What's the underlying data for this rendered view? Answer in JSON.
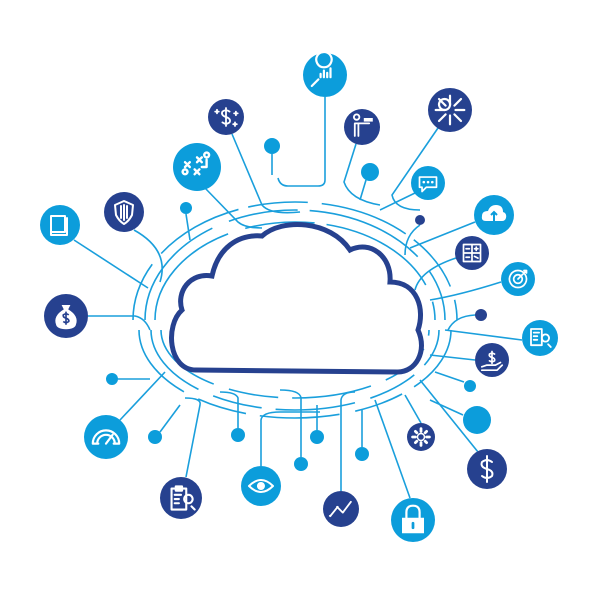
{
  "colors": {
    "light": "#0c9ddb",
    "dark": "#26418f",
    "line": "#1a9fdc",
    "cloud": "#26418f",
    "background": "#ffffff"
  },
  "nodes": [
    {
      "icon": "magnifier-chart-icon",
      "tone": "light"
    },
    {
      "icon": "dollar-sparkle-icon",
      "tone": "dark"
    },
    {
      "icon": "presenter-icon",
      "tone": "dark"
    },
    {
      "icon": "network-dollar-icon",
      "tone": "dark"
    },
    {
      "icon": "strategy-icon",
      "tone": "light"
    },
    {
      "icon": "chat-icon",
      "tone": "light"
    },
    {
      "icon": "book-icon",
      "tone": "light"
    },
    {
      "icon": "shield-icon",
      "tone": "dark"
    },
    {
      "icon": "cloud-upload-icon",
      "tone": "light"
    },
    {
      "icon": "calculator-icon",
      "tone": "dark"
    },
    {
      "icon": "target-icon",
      "tone": "light"
    },
    {
      "icon": "money-bag-icon",
      "tone": "dark"
    },
    {
      "icon": "report-search-icon",
      "tone": "light"
    },
    {
      "icon": "hand-dollar-icon",
      "tone": "dark"
    },
    {
      "icon": "gauge-icon",
      "tone": "light"
    },
    {
      "icon": "gear-icon",
      "tone": "dark"
    },
    {
      "icon": "dollar-icon",
      "tone": "dark"
    },
    {
      "icon": "clipboard-icon",
      "tone": "dark"
    },
    {
      "icon": "eye-icon",
      "tone": "light"
    },
    {
      "icon": "trend-icon",
      "tone": "dark"
    },
    {
      "icon": "lock-icon",
      "tone": "light"
    }
  ]
}
